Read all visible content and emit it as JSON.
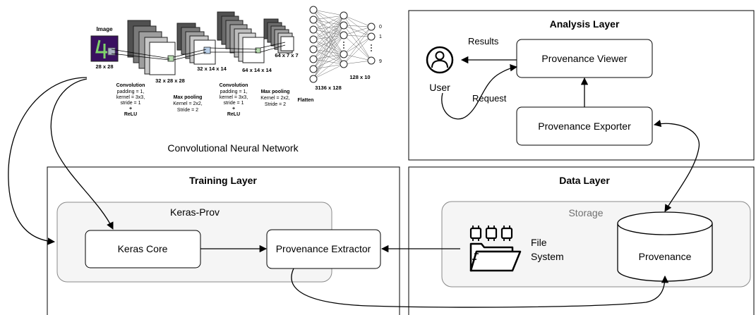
{
  "cnn": {
    "caption": "Convolutional Neural Network",
    "image_label": "Image",
    "image_size": "28 x 28",
    "dims": [
      "32 x 28 x 28",
      "32 x 14 x 14",
      "64 x 14 x 14",
      "64 x 7 x 7",
      "3136 x 128",
      "128 x 10"
    ],
    "steps": [
      {
        "title": "Convolution",
        "lines": [
          "padding = 1,",
          "kernel = 3x3,",
          "stride = 1",
          "+",
          "ReLU"
        ]
      },
      {
        "title": "Max pooling",
        "lines": [
          "Kernel = 2x2,",
          "Stride = 2"
        ]
      },
      {
        "title": "Convolution",
        "lines": [
          "padding = 1,",
          "kernel = 3x3,",
          "stride = 1",
          "+",
          "ReLU"
        ]
      },
      {
        "title": "Max pooling",
        "lines": [
          "Kernel = 2x2,",
          "Stride = 2"
        ]
      },
      {
        "title": "Flatten",
        "lines": []
      }
    ],
    "outputs": [
      "0",
      "1",
      "9"
    ]
  },
  "analysis_layer": {
    "title": "Analysis Layer",
    "user": "User",
    "results": "Results",
    "request": "Request",
    "viewer": "Provenance Viewer",
    "exporter": "Provenance Exporter"
  },
  "training_layer": {
    "title": "Training Layer",
    "group": "Keras-Prov",
    "core": "Keras Core",
    "extractor": "Provenance Extractor"
  },
  "data_layer": {
    "title": "Data Layer",
    "storage": "Storage",
    "file_system": [
      "File",
      "System"
    ],
    "provenance": "Provenance"
  }
}
